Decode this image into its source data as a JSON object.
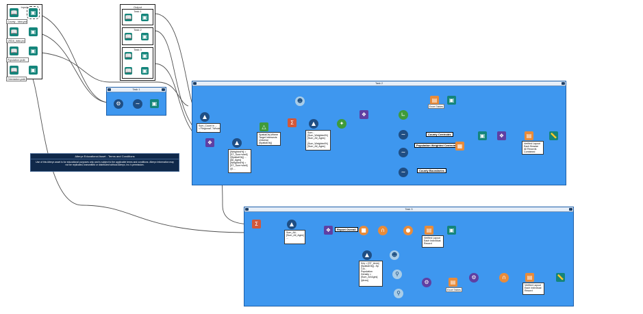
{
  "inputs_box": {
    "title": "Inputs"
  },
  "outputs_box": {
    "title": "Output",
    "groups": [
      "Task 1",
      "Task 2",
      "Task 3"
    ]
  },
  "input_labels": {
    "county": "County - Idea.yxdb",
    "usda": "USDA_data.yxdb",
    "population": "Population.yxdb",
    "orientation": "Orientation.yxdb"
  },
  "containers": {
    "small": {
      "title": "Task 1"
    },
    "task2": {
      "title": "Task 2"
    },
    "task3": {
      "title": "Task 3"
    }
  },
  "terms": {
    "title": "Alteryx Educational Asset - Terms and Conditions",
    "body": "Use of this Alteryx asset is for educational purposes only and is subject to the applicable terms and conditions. Alteryx Information may not be replicated, transmitted or distributed without Alteryx, Inc.'s permission."
  },
  "annotations": {
    "formula1": "Sum_Count in ...\n=\"Regional\",\"Whole ...",
    "formula2": "[Weighted%] =\n[ST_Sum+shell]\n/[SpatialObj] ...\n[All_Ages]\n[Weighted%] =\n[ST_Sum+shell]\n/[S ...",
    "spatial": "SpatialObj Where\nTarget Intersects\nUniverse\n[SpatialObj]",
    "summ": "Sum...\n[Sum_Weighted%]\n[Sum_All_Ages]\n...\n[Sum_Weighted%]\n[Sum_All_Ages]",
    "task3_form": "Sum_All...\n[Sum_All_Ages]\n...",
    "task3_form2": "Key = [ST_Area]\n[SpatialObj]...Sp\nCol...\nPopulation\nDensity =\n[Sum_All Ages]\n/[Area]",
    "verif1": "Verified Layout\nEach Browse\nAll Records\nCombined",
    "verif2": "Verified Layout\nEach Individual\nRecord",
    "verif3": "Verified Layout\nEach Individual\nRecord",
    "excel1": "Excel Tables",
    "excel2": "Excel Tables"
  },
  "tags": {
    "county_centroids": "County Centroids",
    "pop_weighted": "Population Weighted Centroids",
    "county_boundaries": "County Boundaries",
    "report_overall": "Report Overall"
  }
}
